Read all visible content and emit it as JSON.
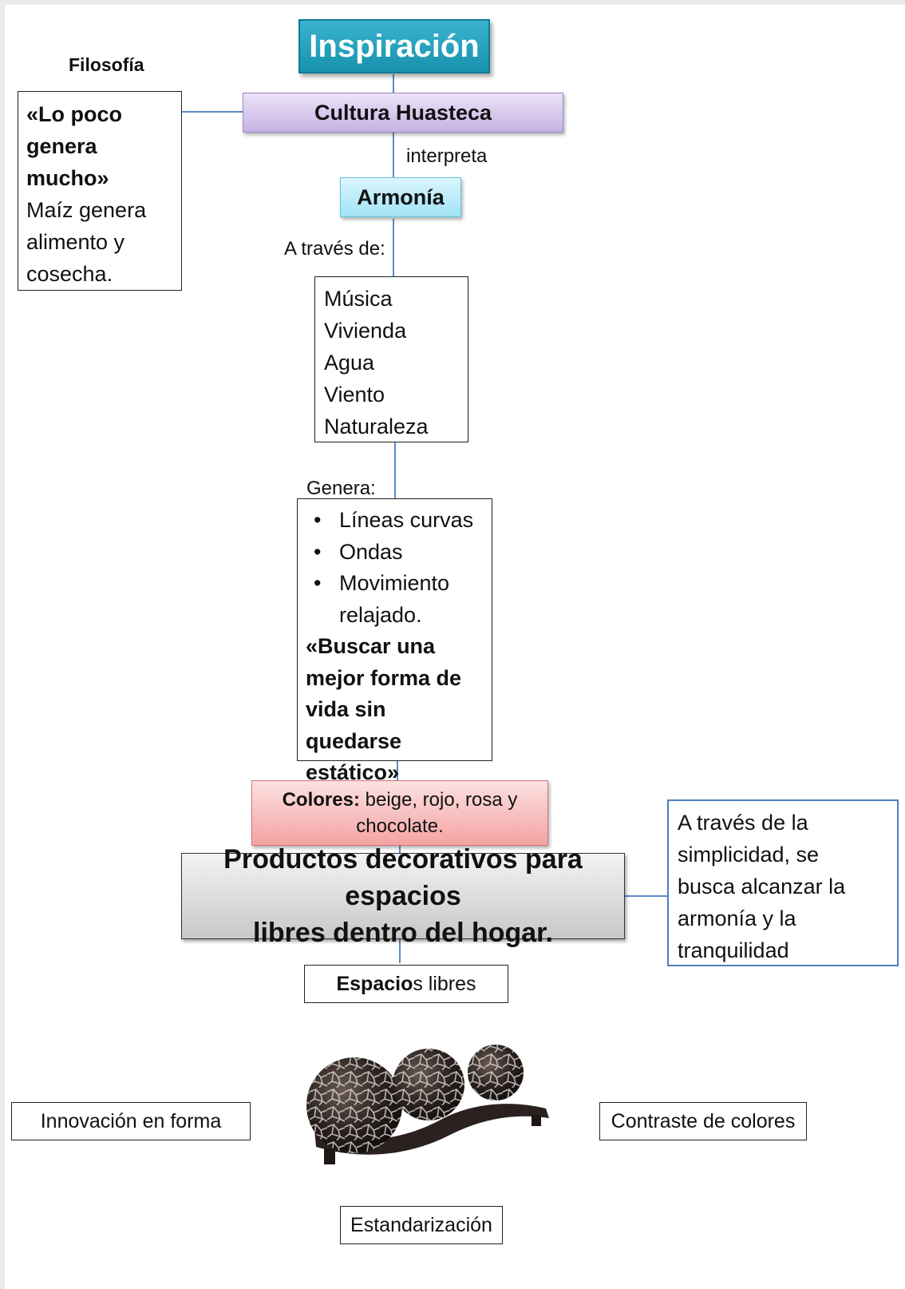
{
  "title": "Inspiración",
  "filosofia": {
    "heading": "Filosofía",
    "quote": [
      "«Lo poco",
      "genera",
      "mucho»"
    ],
    "text": [
      "Maíz genera",
      "alimento y",
      "cosecha."
    ]
  },
  "cultura": "Cultura Huasteca",
  "interpreta": "interpreta",
  "armonia": "Armonía",
  "a_traves_de": "A través de:",
  "elementos": [
    "Música",
    "Vivienda",
    "Agua",
    "Viento",
    "Naturaleza"
  ],
  "genera": {
    "label": "Genera:",
    "items": [
      "Líneas curvas",
      "Ondas",
      "Movimiento",
      "relajado."
    ],
    "quote": [
      "«Buscar una",
      "mejor forma de",
      "vida sin quedarse",
      "estático»"
    ]
  },
  "colores": {
    "label": "Colores:",
    "text_line1": " beige, rojo, rosa y",
    "text_line2": "chocolate."
  },
  "productos": [
    "Productos decorativos para espacios",
    "libres dentro del hogar."
  ],
  "simplicidad": [
    "A través de la",
    "simplicidad, se",
    "busca alcanzar la",
    "armonía y la",
    "tranquilidad"
  ],
  "espacios": {
    "bold": "Espacio",
    "rest": "s libres"
  },
  "innovacion": "Innovación en forma",
  "contraste": "Contraste de colores",
  "estandarizacion": "Estandarización"
}
